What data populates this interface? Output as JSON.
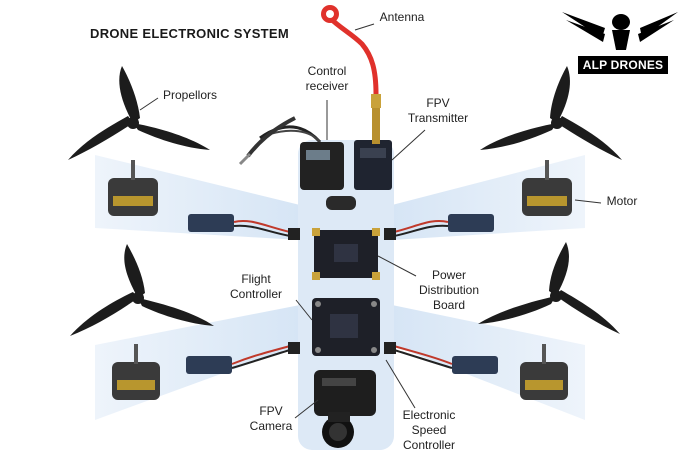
{
  "title": "DRONE ELECTRONIC SYSTEM",
  "logo": {
    "text": "ALP DRONES",
    "icon": "eagle-icon"
  },
  "labels": {
    "antenna": "Antenna",
    "control_receiver_1": "Control",
    "control_receiver_2": "receiver",
    "fpv_transmitter_1": "FPV",
    "fpv_transmitter_2": "Transmitter",
    "propellors": "Propellors",
    "motor": "Motor",
    "flight_controller_1": "Flight",
    "flight_controller_2": "Controller",
    "pdb_1": "Power",
    "pdb_2": "Distribution",
    "pdb_3": "Board",
    "fpv_camera_1": "FPV",
    "fpv_camera_2": "Camera",
    "esc_1": "Electronic",
    "esc_2": "Speed",
    "esc_3": "Controller"
  },
  "colors": {
    "frame_blue": "#dce9f7",
    "propeller": "#1c1c1c",
    "motor": "#3a3a3a",
    "esc": "#2d3c55",
    "board": "#1e2028",
    "antenna_cable": "#e0312b"
  }
}
